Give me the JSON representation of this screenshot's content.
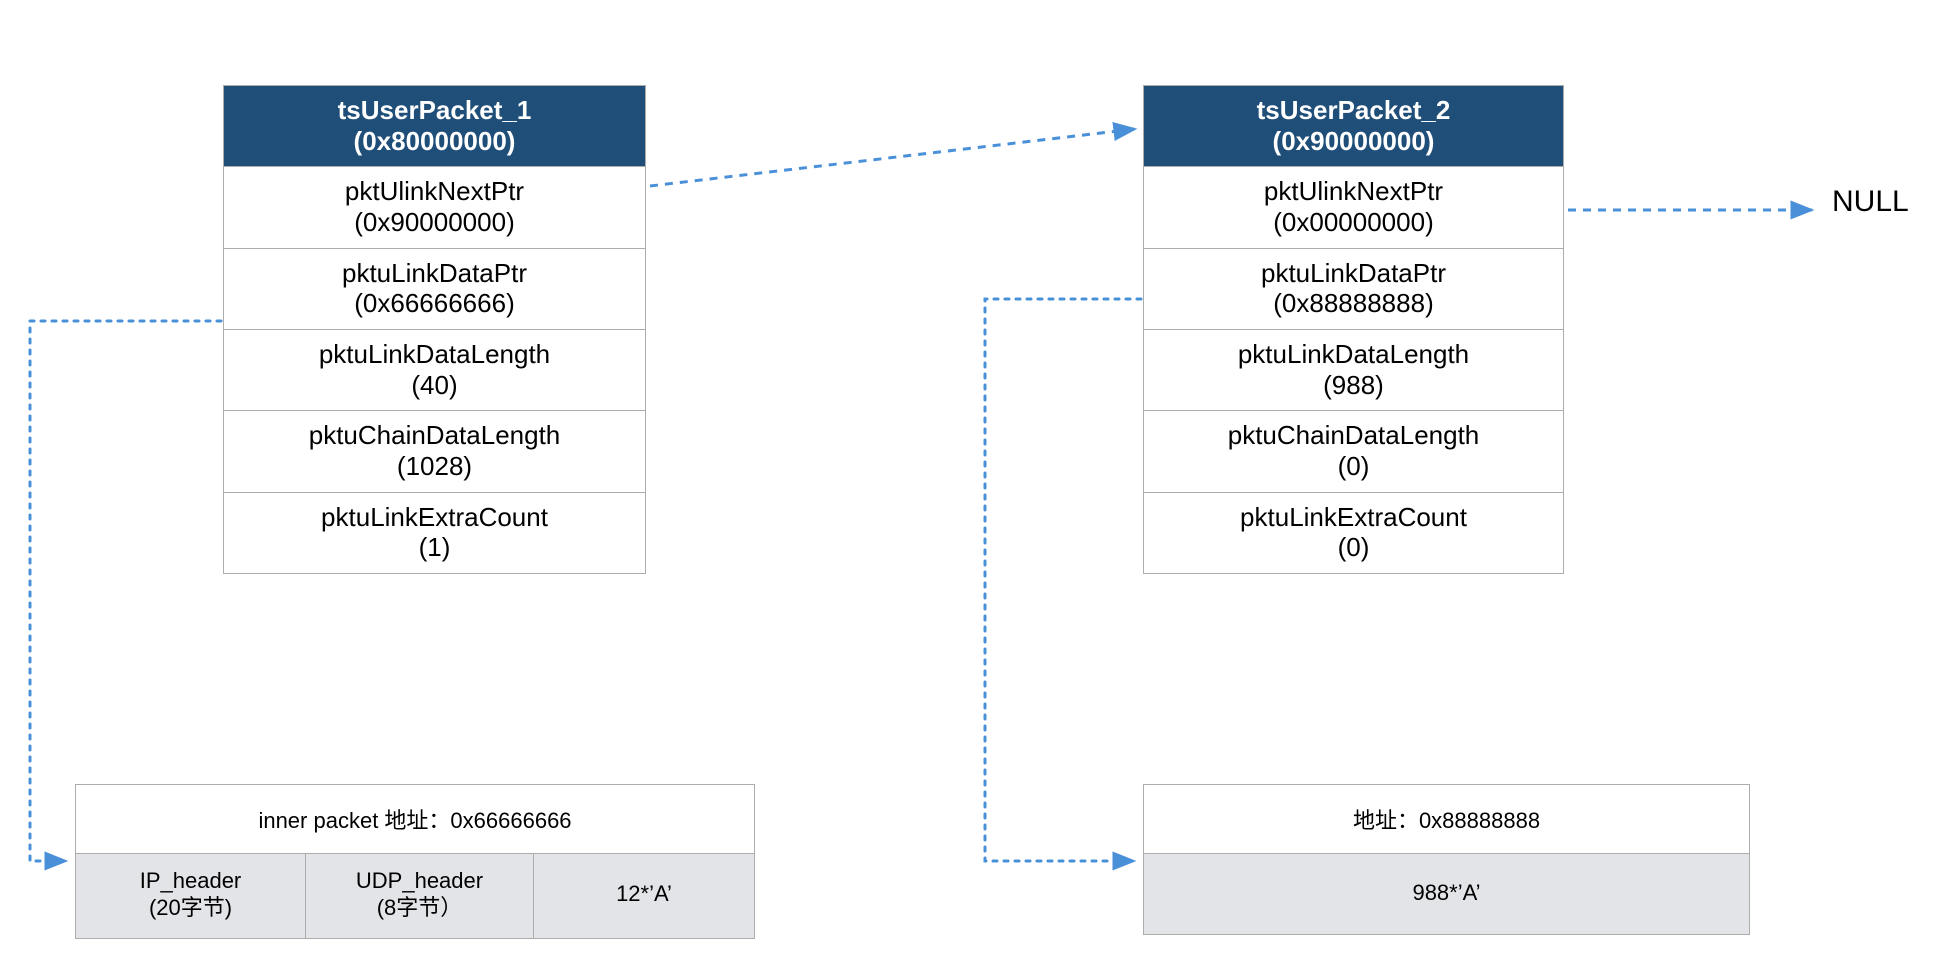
{
  "diagram": {
    "title_implicit": "packet chain structure",
    "accent_color": "#1F4E79",
    "arrow_color": "#4A90D9",
    "border_color": "#acacac",
    "segment_fill": "#e3e4e8"
  },
  "structs": [
    {
      "id": "tsUserPacket_1",
      "header": {
        "name": "tsUserPacket_1",
        "value": "(0x80000000)"
      },
      "fields": [
        {
          "name": "pktUlinkNextPtr",
          "value": "(0x90000000)"
        },
        {
          "name": "pktuLinkDataPtr",
          "value": "(0x66666666)"
        },
        {
          "name": "pktuLinkDataLength",
          "value": "(40)"
        },
        {
          "name": "pktuChainDataLength",
          "value": "(1028)"
        },
        {
          "name": "pktuLinkExtraCount",
          "value": "(1)"
        }
      ]
    },
    {
      "id": "tsUserPacket_2",
      "header": {
        "name": "tsUserPacket_2",
        "value": "(0x90000000)"
      },
      "fields": [
        {
          "name": "pktUlinkNextPtr",
          "value": "(0x00000000)"
        },
        {
          "name": "pktuLinkDataPtr",
          "value": "(0x88888888)"
        },
        {
          "name": "pktuLinkDataLength",
          "value": "(988)"
        },
        {
          "name": "pktuChainDataLength",
          "value": "(0)"
        },
        {
          "name": "pktuLinkExtraCount",
          "value": "(0)"
        }
      ]
    }
  ],
  "memory_blocks": [
    {
      "id": "inner-packet-buffer",
      "caption": "inner packet 地址：0x66666666",
      "segments": [
        {
          "line1": "IP_header",
          "line2": "(20字节)"
        },
        {
          "line1": "UDP_header",
          "line2": "(8字节）"
        },
        {
          "line1": "12*’A’",
          "line2": ""
        }
      ]
    },
    {
      "id": "payload-buffer",
      "caption": "地址：0x88888888",
      "segments": [
        {
          "line1": "988*’A’",
          "line2": ""
        }
      ]
    }
  ],
  "labels": {
    "null_terminator": "NULL"
  }
}
